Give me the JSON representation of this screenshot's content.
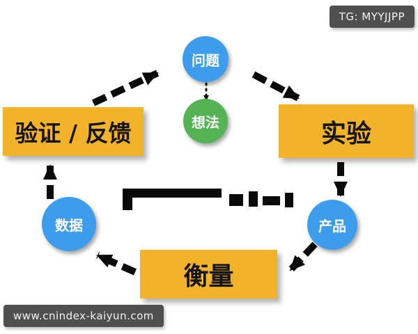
{
  "badges": {
    "telegram": "TG: MYYJJPP",
    "website": "www.cnindex-kaiyun.com"
  },
  "diagram": {
    "stages": {
      "validate": {
        "label": "验证 / 反馈"
      },
      "experiment": {
        "label": "实验"
      },
      "measure": {
        "label": "衡量"
      }
    },
    "nodes": {
      "problem": {
        "label": "问题"
      },
      "idea": {
        "label": "想法"
      },
      "data": {
        "label": "数据"
      },
      "product": {
        "label": "产品"
      }
    },
    "colors": {
      "stage_bg": "#F2B32B",
      "node_blue": "#3D9CEB",
      "node_green": "#54B353",
      "arrow": "#0A0A0A",
      "badge_bg": "#4F4F4F"
    }
  }
}
